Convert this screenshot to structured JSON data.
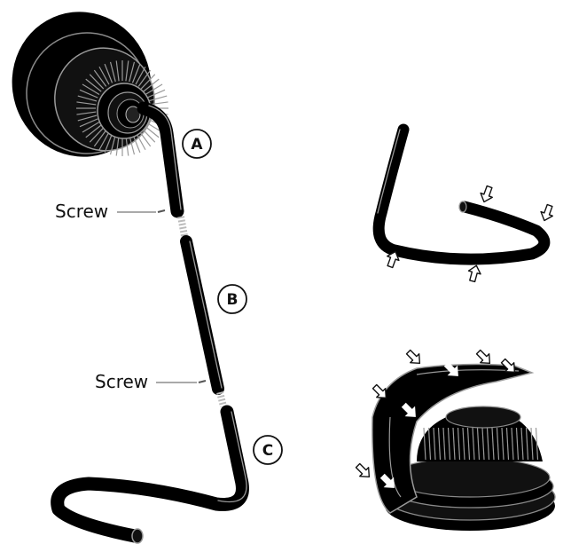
{
  "labels": {
    "callout_a": "A",
    "callout_b": "B",
    "callout_c": "C",
    "screw_upper": "Screw",
    "screw_lower": "Screw"
  },
  "colors": {
    "ink": "#000000",
    "highlight": "#9a9a9a",
    "paper": "#ffffff"
  },
  "icons": {
    "direction_marker": "hollow-arrow",
    "inner_marker": "solid-white-arrow"
  }
}
